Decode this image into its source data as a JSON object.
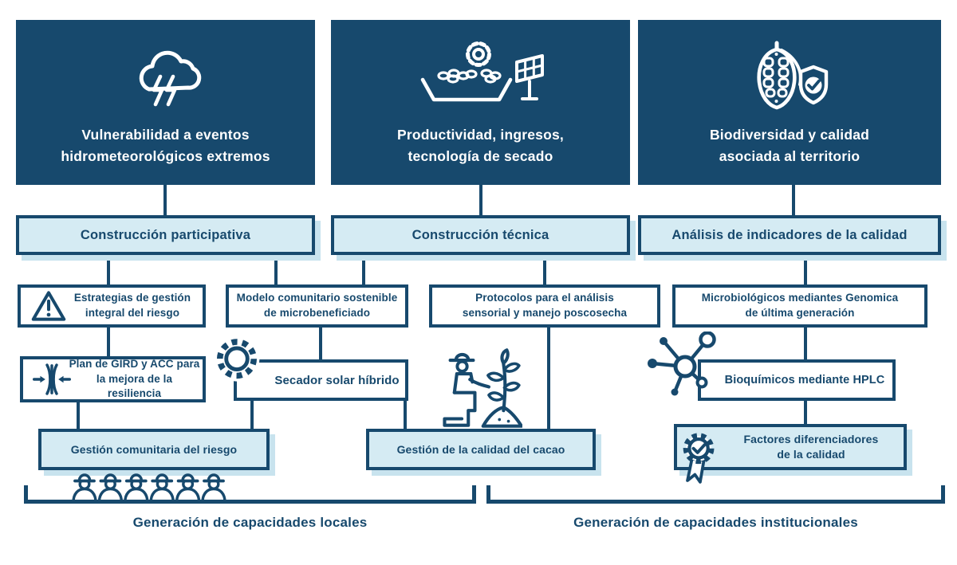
{
  "colors": {
    "navy": "#17496D",
    "panel_light_blue": "#D5EBF3",
    "shadow_blue": "#C8E3EE",
    "white": "#FFFFFF"
  },
  "headers": [
    {
      "label": "Vulnerabilidad a eventos hidrometeorológicos extremos",
      "icon": "storm-cloud-lightning-icon"
    },
    {
      "label": "Productividad, ingresos, tecnología de secado",
      "icon": "sun-drying-tray-solar-panel-icon"
    },
    {
      "label": "Biodiversidad y calidad asociada al territorio",
      "icon": "cacao-pod-shield-check-icon"
    }
  ],
  "level2": [
    {
      "label": "Construcción participativa"
    },
    {
      "label": "Construcción técnica"
    },
    {
      "label": "Análisis de indicadores de la calidad"
    }
  ],
  "level3": [
    {
      "label": "Estrategias de gestión integral del riesgo",
      "icon": "warning-triangle-icon"
    },
    {
      "label": "Modelo comunitario sostenible de microbeneficiado"
    },
    {
      "label": "Protocolos para el análisis sensorial y manejo poscosecha"
    },
    {
      "label": "Microbiológicos mediantes Genomica de última generación"
    }
  ],
  "level4": [
    {
      "label": "Plan de GIRD y ACC para la mejora de la resiliencia",
      "icon": "resilience-arrows-icon"
    },
    {
      "label": "Secador solar híbrido",
      "icon": "sun-gear-icon"
    },
    {
      "label": "Bioquímicos mediante HPLC",
      "icon": "molecule-icon"
    }
  ],
  "level5": [
    {
      "label": "Gestión comunitaria del riesgo",
      "icon": "farmers-group-icon"
    },
    {
      "label": "Gestión de la calidad del cacao",
      "icon": "farmer-planting-icon"
    },
    {
      "label": "Factores diferenciadores de la calidad",
      "icon": "award-medal-icon"
    }
  ],
  "footer": {
    "local_label": "Generación de capacidades locales",
    "institutional_label": "Generación de capacidades institucionales"
  }
}
